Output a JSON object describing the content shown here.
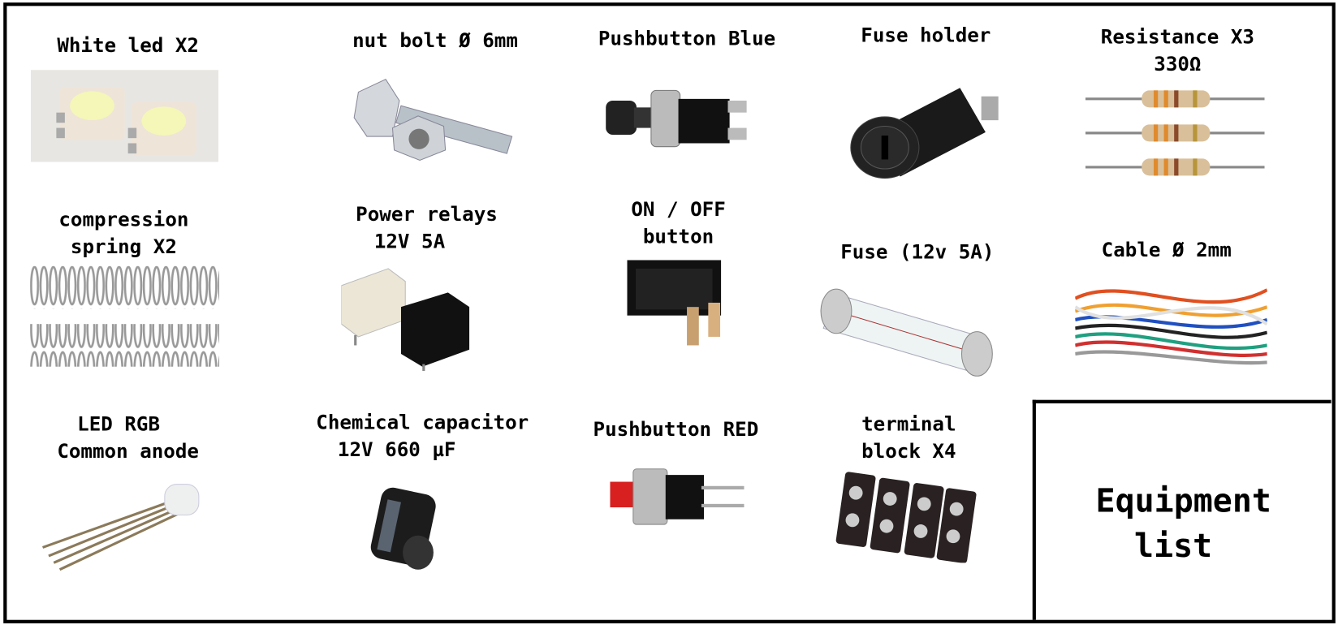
{
  "title": "Equipment list",
  "title_lines": [
    "Equipment",
    "list"
  ],
  "items": [
    {
      "lines": [
        "White led X2"
      ],
      "icon": "smd-white-led-icon"
    },
    {
      "lines": [
        "nut bolt Ø 6mm"
      ],
      "icon": "nut-bolt-icon"
    },
    {
      "lines": [
        "Pushbutton Blue"
      ],
      "icon": "pushbutton-black-icon"
    },
    {
      "lines": [
        "Fuse holder"
      ],
      "icon": "fuse-holder-icon"
    },
    {
      "lines": [
        "Resistance X3",
        "330Ω"
      ],
      "icon": "resistor-icon"
    },
    {
      "lines": [
        "compression",
        "spring X2"
      ],
      "icon": "spring-icon"
    },
    {
      "lines": [
        "Power relays",
        "12V 5A"
      ],
      "icon": "relay-icon"
    },
    {
      "lines": [
        "ON / OFF",
        "button"
      ],
      "icon": "rocker-switch-icon"
    },
    {
      "lines": [
        "Fuse (12v 5A)"
      ],
      "icon": "glass-fuse-icon"
    },
    {
      "lines": [
        "Cable Ø 2mm"
      ],
      "icon": "cable-icon"
    },
    {
      "lines": [
        "LED RGB",
        "Common anode"
      ],
      "icon": "rgb-led-icon"
    },
    {
      "lines": [
        "Chemical capacitor",
        "12V 660 µF"
      ],
      "icon": "capacitor-icon"
    },
    {
      "lines": [
        "Pushbutton RED"
      ],
      "icon": "pushbutton-red-icon"
    },
    {
      "lines": [
        "terminal",
        "block X4"
      ],
      "icon": "terminal-block-icon"
    }
  ]
}
